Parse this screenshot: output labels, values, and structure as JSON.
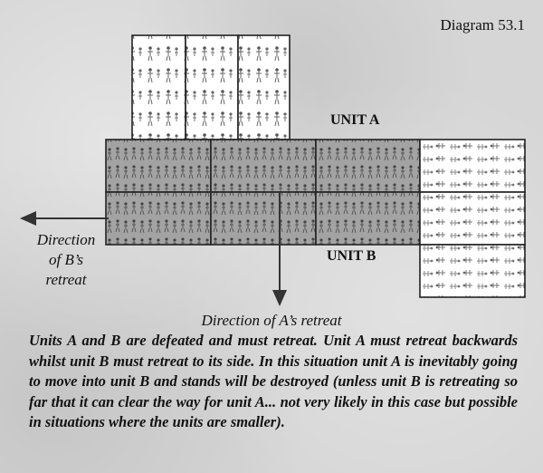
{
  "diagram_title": "Diagram 53.1",
  "unit_a_label": "UNIT A",
  "unit_b_label": "UNIT B",
  "b_retreat_lines": [
    "Direction",
    "of B’s",
    "retreat"
  ],
  "a_retreat_label": "Direction of A’s retreat",
  "caption": "Units A and B are defeated and must retreat. Unit A must retreat backwards whilst unit B must retreat to its side. In this situation unit A is inevitably going to move into unit B and stands will be destroyed (unless unit B is retreating so far that it can clear the way for unit A... not very likely in this case but possible in situations where the units are smaller).",
  "colors": {
    "shaded_stand": "#9e9e9e",
    "white_stand": "#ffffff",
    "outline": "#222222",
    "arrow": "#333333"
  }
}
